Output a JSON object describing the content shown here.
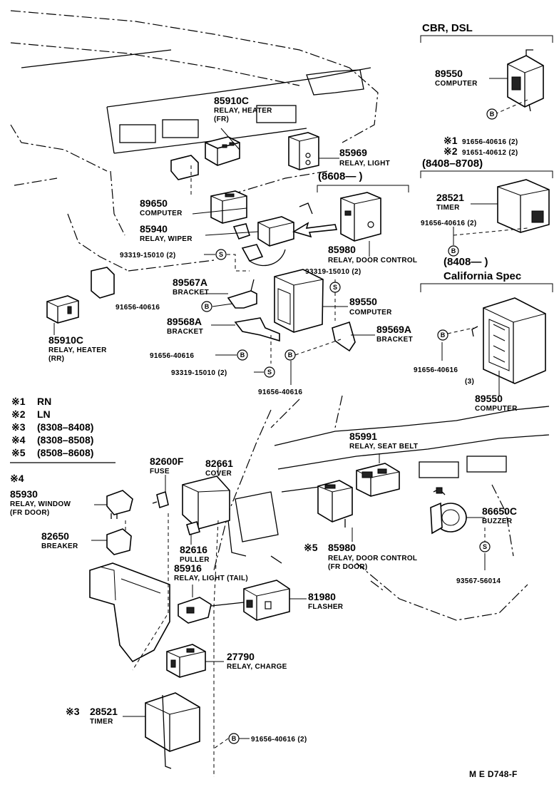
{
  "headers": {
    "cbr_dsl": "CBR, DSL",
    "range_8408_8708": "(8408–8708)",
    "range_8608": "(8608—        )",
    "range_8408": "(8408—        )",
    "california": "California Spec"
  },
  "parts": {
    "p85910c_top": {
      "num": "85910C",
      "name": "RELAY, HEATER",
      "extra": "(FR)"
    },
    "p85969": {
      "num": "85969",
      "name": "RELAY, LIGHT"
    },
    "p89650": {
      "num": "89650",
      "name": "COMPUTER"
    },
    "p85940": {
      "num": "85940",
      "name": "RELAY, WIPER"
    },
    "p93319_a": {
      "num": "93319-15010 (2)"
    },
    "p85980_top": {
      "num": "85980",
      "name": "RELAY, DOOR CONTROL"
    },
    "p93319_b": {
      "num": "93319-15010 (2)"
    },
    "p89567a": {
      "num": "89567A",
      "name": "BRACKET"
    },
    "p91656_a": {
      "num": "91656-40616"
    },
    "p89550_mid": {
      "num": "89550",
      "name": "COMPUTER"
    },
    "p89568a": {
      "num": "89568A",
      "name": "BRACKET"
    },
    "p89569a": {
      "num": "89569A",
      "name": "BRACKET"
    },
    "p91656_b": {
      "num": "91656-40616"
    },
    "p93319_c": {
      "num": "93319-15010 (2)"
    },
    "p91656_c": {
      "num": "91656-40616"
    },
    "p85910c_rr": {
      "num": "85910C",
      "name": "RELAY, HEATER",
      "extra": "(RR)"
    },
    "p89550_cbr": {
      "num": "89550",
      "name": "COMPUTER"
    },
    "p91656_cbr1": {
      "mark": "※1",
      "num": "91656-40616 (2)"
    },
    "p91651_cbr2": {
      "mark": "※2",
      "num": "91651-40612 (2)"
    },
    "p28521_timer": {
      "num": "28521",
      "name": "TIMER"
    },
    "p91656_timer": {
      "num": "91656-40616 (2)"
    },
    "p91656_calif": {
      "num": "91656-40616",
      "extra": "(3)"
    },
    "p89550_calif": {
      "num": "89550",
      "name": "COMPUTER"
    },
    "p82600f": {
      "num": "82600F",
      "name": "FUSE"
    },
    "p82661": {
      "num": "82661",
      "name": "COVER"
    },
    "p85930": {
      "mark": "※4",
      "num": "85930",
      "name": "RELAY, WINDOW",
      "extra": "(FR DOOR)"
    },
    "p82650": {
      "num": "82650",
      "name": "BREAKER"
    },
    "p82616": {
      "num": "82616",
      "name": "PULLER"
    },
    "p85916": {
      "num": "85916",
      "name": "RELAY, LIGHT (TAIL)"
    },
    "p85991": {
      "num": "85991",
      "name": "RELAY, SEAT BELT"
    },
    "p85980_fr": {
      "mark": "※5",
      "num": "85980",
      "name": "RELAY, DOOR CONTROL",
      "extra": "(FR DOOR)"
    },
    "p86650c": {
      "num": "86650C",
      "name": "BUZZER"
    },
    "p93567": {
      "num": "93567-56014"
    },
    "p81980": {
      "num": "81980",
      "name": "FLASHER"
    },
    "p27790": {
      "num": "27790",
      "name": "RELAY, CHARGE"
    },
    "p28521_bottom": {
      "mark": "※3",
      "num": "28521",
      "name": "TIMER"
    },
    "p91656_bottom": {
      "num": "91656-40616 (2)"
    }
  },
  "legend": [
    {
      "mark": "※1",
      "text": "RN"
    },
    {
      "mark": "※2",
      "text": "LN"
    },
    {
      "mark": "※3",
      "text": "(8308–8408)"
    },
    {
      "mark": "※4",
      "text": "(8308–8508)"
    },
    {
      "mark": "※5",
      "text": "(8508–8608)"
    }
  ],
  "symbols": {
    "bolt": "B",
    "screw": "S"
  },
  "footer": {
    "code": "M E   D748-F"
  }
}
